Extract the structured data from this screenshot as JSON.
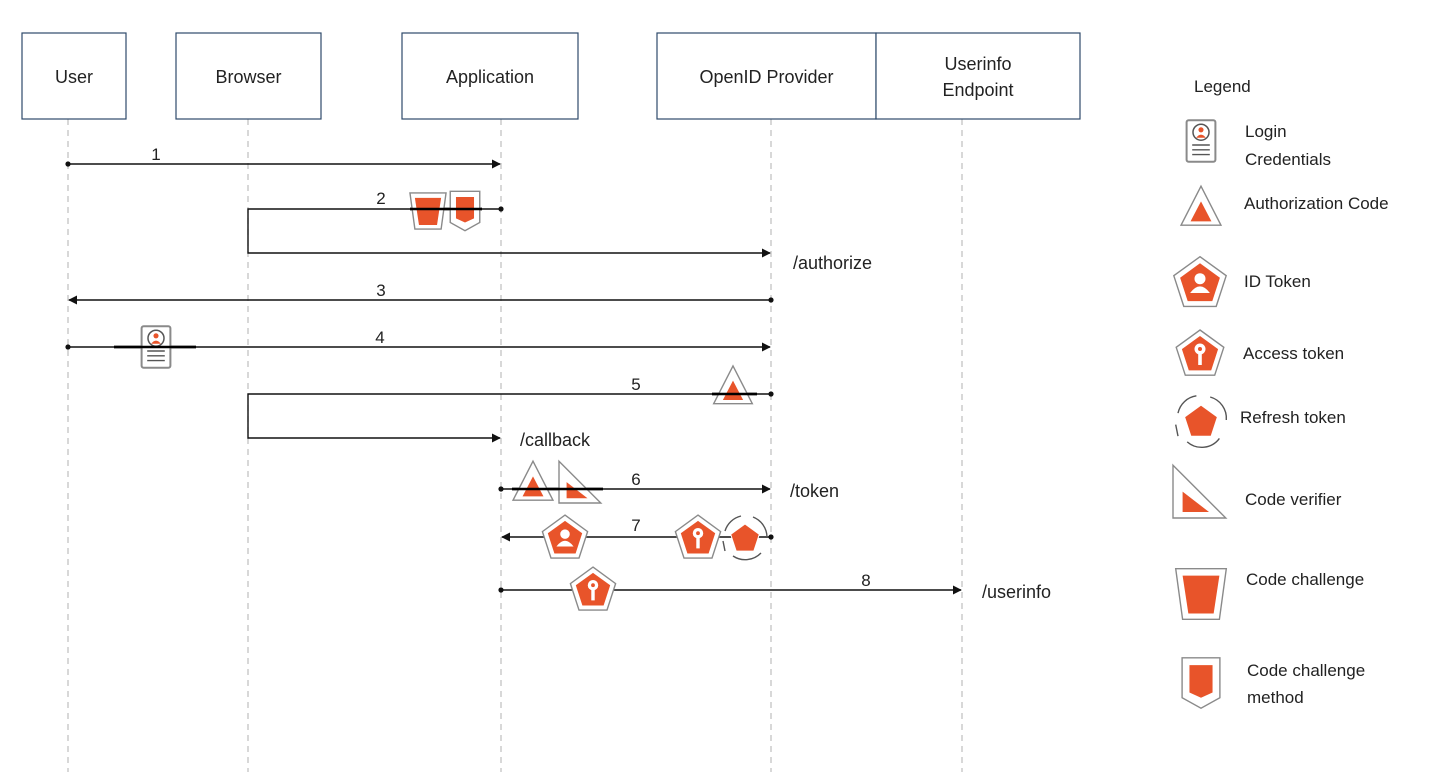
{
  "colors": {
    "accent": "#e8542a",
    "border": "#2e4a6b",
    "line": "#111111",
    "lifeline": "#bdbdbd",
    "icon_frame": "#8a8a8a"
  },
  "participants": [
    {
      "id": "user",
      "label_lines": [
        "User"
      ]
    },
    {
      "id": "browser",
      "label_lines": [
        "Browser"
      ]
    },
    {
      "id": "application",
      "label_lines": [
        "Application"
      ]
    },
    {
      "id": "openid-provider",
      "label_lines": [
        "OpenID Provider"
      ]
    },
    {
      "id": "userinfo-endpoint",
      "label_lines": [
        "Userinfo",
        "Endpoint"
      ]
    }
  ],
  "steps": [
    {
      "number": "1",
      "from": "user",
      "to": "application",
      "tokens": []
    },
    {
      "number": "2",
      "from": "application",
      "to": "openid-provider",
      "via": "browser",
      "endpoint": "/authorize",
      "tokens": [
        "code-challenge",
        "code-challenge-method"
      ]
    },
    {
      "number": "3",
      "from": "openid-provider",
      "to": "user",
      "tokens": []
    },
    {
      "number": "4",
      "from": "user",
      "to": "openid-provider",
      "tokens": [
        "login-credentials"
      ]
    },
    {
      "number": "5",
      "from": "openid-provider",
      "to": "application",
      "via": "browser",
      "endpoint": "/callback",
      "tokens": [
        "authorization-code"
      ]
    },
    {
      "number": "6",
      "from": "application",
      "to": "openid-provider",
      "endpoint": "/token",
      "tokens": [
        "authorization-code",
        "code-verifier"
      ]
    },
    {
      "number": "7",
      "from": "openid-provider",
      "to": "application",
      "tokens": [
        "id-token",
        "access-token",
        "refresh-token"
      ]
    },
    {
      "number": "8",
      "from": "application",
      "to": "userinfo-endpoint",
      "endpoint": "/userinfo",
      "tokens": [
        "access-token"
      ]
    }
  ],
  "legend": {
    "title": "Legend",
    "items": [
      {
        "icon": "login-credentials",
        "label_lines": [
          "Login",
          "Credentials"
        ]
      },
      {
        "icon": "authorization-code",
        "label_lines": [
          "Authorization Code"
        ]
      },
      {
        "icon": "id-token",
        "label_lines": [
          "ID  Token"
        ]
      },
      {
        "icon": "access-token",
        "label_lines": [
          "Access token"
        ]
      },
      {
        "icon": "refresh-token",
        "label_lines": [
          "Refresh token"
        ]
      },
      {
        "icon": "code-verifier",
        "label_lines": [
          "Code verifier"
        ]
      },
      {
        "icon": "code-challenge",
        "label_lines": [
          "Code challenge"
        ]
      },
      {
        "icon": "code-challenge-method",
        "label_lines": [
          "Code challenge",
          "method"
        ]
      }
    ]
  }
}
